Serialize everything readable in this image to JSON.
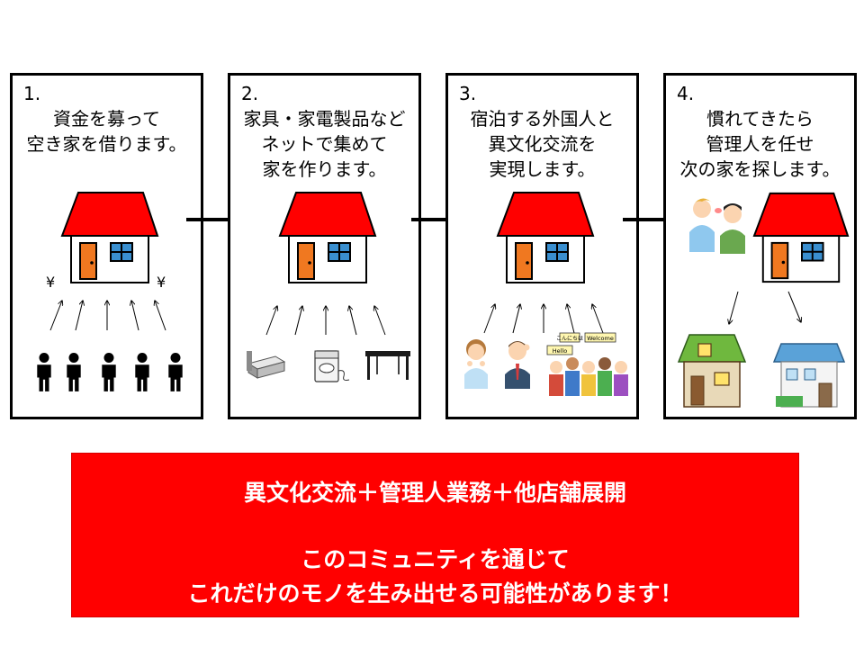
{
  "steps": [
    {
      "num": "1.",
      "text": "資金を募って\n空き家を借ります。"
    },
    {
      "num": "2.",
      "text": "家具・家電製品など\nネットで集めて\n家を作ります。"
    },
    {
      "num": "3.",
      "text": "宿泊する外国人と\n異文化交流を\n実現します。"
    },
    {
      "num": "4.",
      "text": "慣れてきたら\n管理人を任せ\n次の家を探します。"
    }
  ],
  "yen_symbol": "¥",
  "sign_labels": [
    "Welcome",
    "こんにちは",
    "Hello"
  ],
  "banner": {
    "line1": "異文化交流＋管理人業務＋他店舗展開",
    "line2": "このコミュニティを通じて",
    "line3": "これだけのモノを生み出せる可能性があります！"
  },
  "colors": {
    "roof": "#ff0000",
    "door": "#f07820",
    "window": "#3a8fd0",
    "banner": "#ff0000"
  }
}
